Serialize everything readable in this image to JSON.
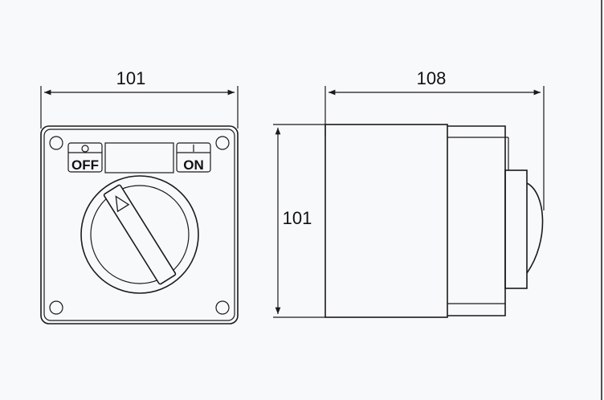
{
  "front_view": {
    "width_dimension": "101",
    "off_label": "OFF",
    "on_label": "ON"
  },
  "side_view": {
    "depth_dimension": "108",
    "height_dimension": "101"
  },
  "colors": {
    "line": "#1a1a1a",
    "background": "#f8f9fb"
  }
}
